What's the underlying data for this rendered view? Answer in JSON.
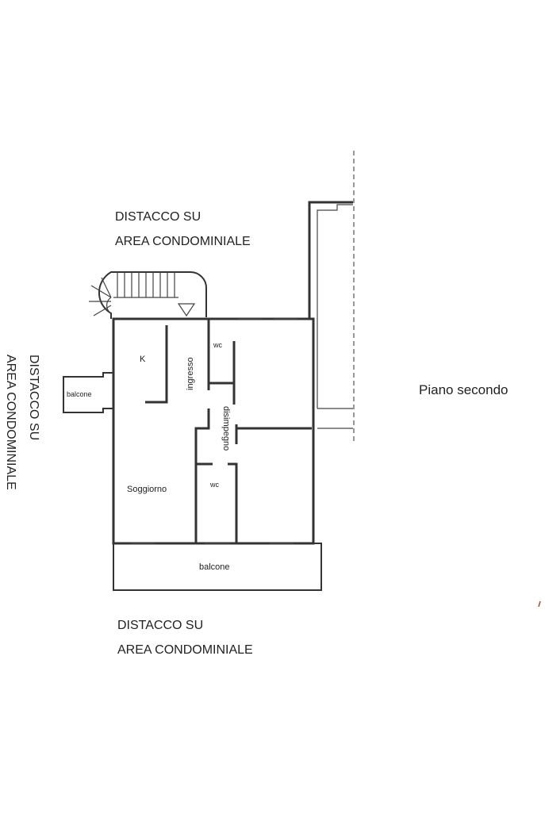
{
  "labels": {
    "top_line1": "DISTACCO SU",
    "top_line2": "AREA CONDOMINIALE",
    "left_line1": "DISTACCO SU",
    "left_line2": "AREA CONDOMINIALE",
    "bottom_line1": "DISTACCO SU",
    "bottom_line2": "AREA CONDOMINIALE",
    "floor": "Piano secondo"
  },
  "rooms": {
    "kitchen": "K",
    "entrance": "ingresso",
    "wc_upper": "wc",
    "hallway": "disimpegno",
    "wc_lower": "wc",
    "living": "Soggiorno",
    "balcony_side": "balcone",
    "balcony_main": "balcone"
  }
}
